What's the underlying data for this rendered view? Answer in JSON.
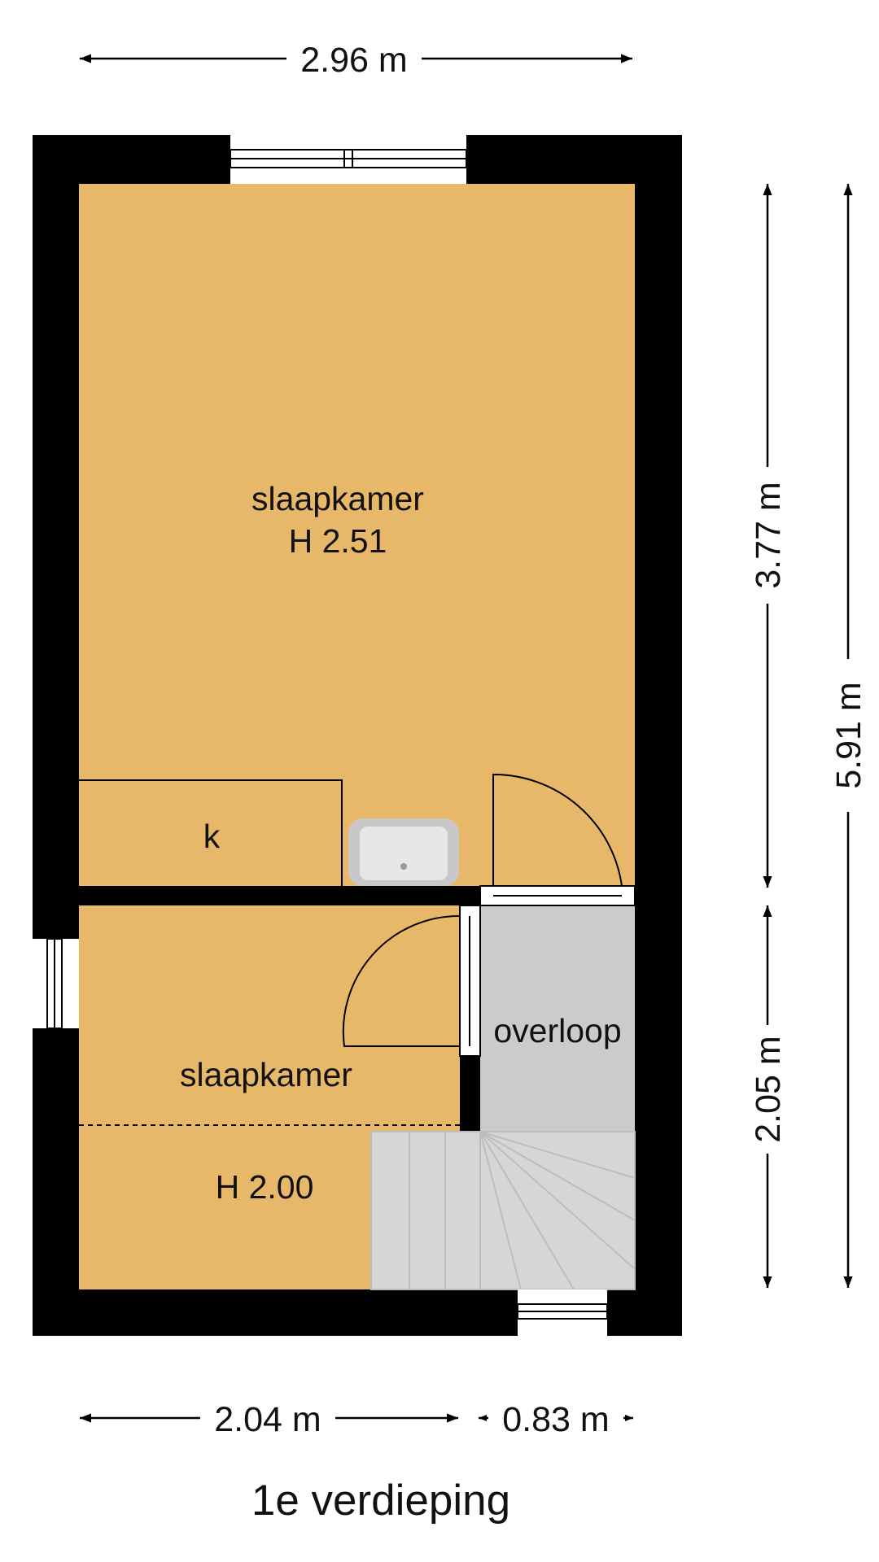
{
  "title": "1e verdieping",
  "dimensions": {
    "top_width": "2.96 m",
    "bottom_left_width": "2.04 m",
    "bottom_right_width": "0.83 m",
    "right_upper_height": "3.77 m",
    "right_lower_height": "2.05 m",
    "right_total_height": "5.91 m"
  },
  "rooms": {
    "bedroom_main": {
      "label": "slaapkamer",
      "height": "H 2.51"
    },
    "closet": {
      "label": "k"
    },
    "bedroom_small": {
      "label": "slaapkamer",
      "height": "H 2.00"
    },
    "landing": {
      "label": "overloop"
    }
  },
  "colors": {
    "floor": "#E8B86A",
    "wall": "#000000",
    "stairs": "#D6D6D6",
    "landing": "#CBCBCB"
  }
}
